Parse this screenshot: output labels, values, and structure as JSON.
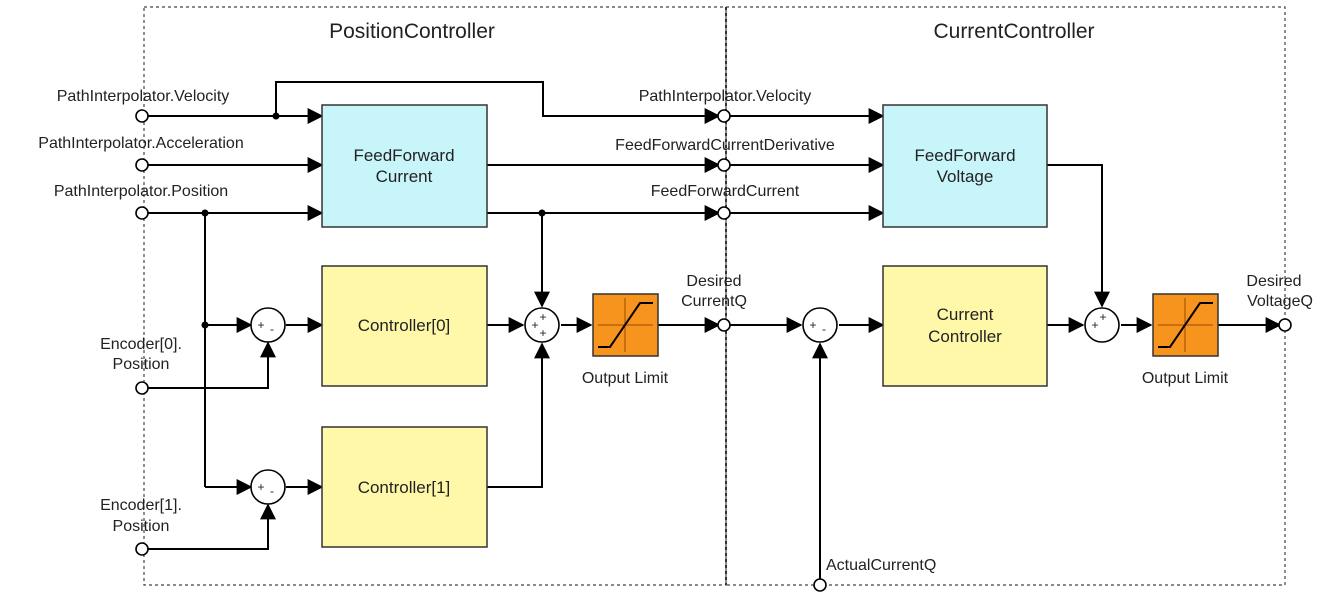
{
  "sections": {
    "position_controller": "PositionController",
    "current_controller": "CurrentController"
  },
  "inputs": {
    "velocity": "PathInterpolator.Velocity",
    "acceleration": "PathInterpolator.Acceleration",
    "position": "PathInterpolator.Position",
    "encoder0_line1": "Encoder[0].",
    "encoder0_line2": "Position",
    "encoder1_line1": "Encoder[1].",
    "encoder1_line2": "Position",
    "actual_current": "ActualCurrentQ"
  },
  "interface_signals": {
    "velocity": "PathInterpolator.Velocity",
    "ff_current_derivative": "FeedForwardCurrentDerivative",
    "ff_current": "FeedForwardCurrent",
    "desired_current_line1": "Desired",
    "desired_current_line2": "CurrentQ"
  },
  "blocks": {
    "ff_current_line1": "FeedForward",
    "ff_current_line2": "Current",
    "controller0": "Controller[0]",
    "controller1": "Controller[1]",
    "ff_voltage_line1": "FeedForward",
    "ff_voltage_line2": "Voltage",
    "current_ctrl_line1": "Current",
    "current_ctrl_line2": "Controller"
  },
  "output_limit_left": "Output Limit",
  "output_limit_right": "Output Limit",
  "output": {
    "line1": "Desired",
    "line2": "VoltageQ"
  },
  "signs": {
    "plus": "+",
    "minus": "-"
  },
  "colors": {
    "feedforward_block": "#c8f5fa",
    "controller_block": "#fff8a8",
    "limiter_block": "#f7941d"
  }
}
